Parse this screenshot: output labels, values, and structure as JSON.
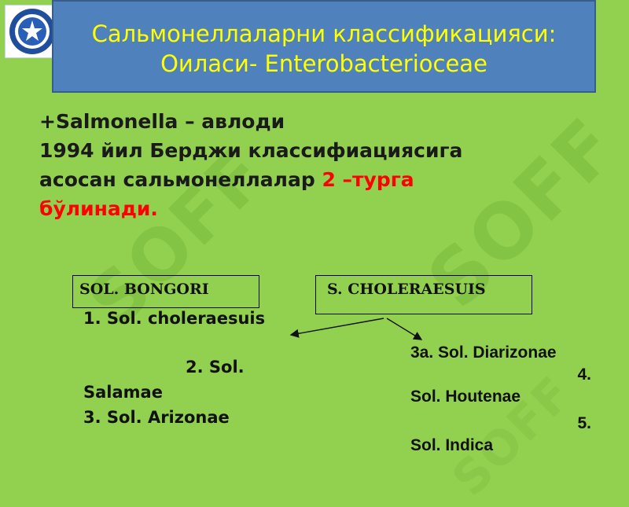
{
  "title": {
    "line1": "Сальмонеллаларни классификацияси:",
    "line2": "Оиласи- Enterobacterioceae"
  },
  "watermark": "SOFF",
  "body": {
    "line1": "+Salmonella – авлоди",
    "line2": "1994 йил Берджи классифиациясига",
    "line3_prefix": "асосан сальмонеллалар ",
    "line3_red": "2 –турга",
    "line4_red": "бўлинади."
  },
  "boxes": {
    "left": "SOL. BONGORI",
    "right": "S. CHOLERAESUIS"
  },
  "left_list": {
    "item1": "1. Sol. choleraesuis",
    "item2_num": "2. Sol.",
    "item2_name": "Salamae",
    "item3": "3. Sol. Arizonae"
  },
  "right_list": {
    "item1": "3a. Sol. Diarizonae",
    "item2_num": "4.",
    "item2_name": "Sol. Houtenae",
    "item3_num": "5.",
    "item3_name": "Sol. Indica"
  },
  "colors": {
    "background": "#92d050",
    "title_bg": "#4f81bd",
    "title_text": "#ffff00",
    "highlight": "#ff0000"
  }
}
